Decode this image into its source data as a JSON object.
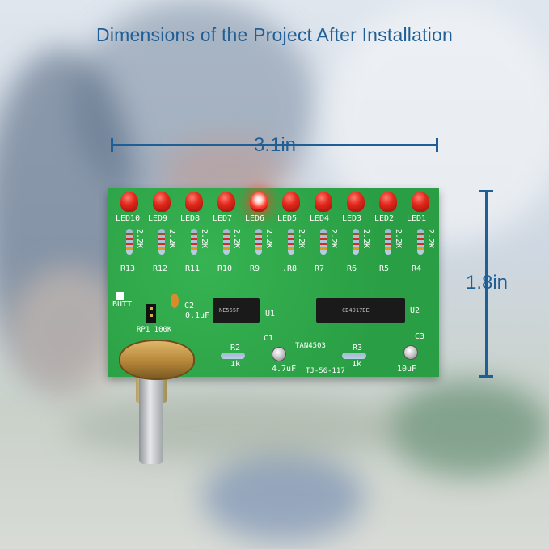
{
  "title": "Dimensions of the Project After Installation",
  "dimensions": {
    "width_label": "3.1in",
    "height_label": "1.8in"
  },
  "pcb": {
    "led_labels": [
      "LED10",
      "LED9",
      "LED8",
      "LED7",
      "LED6",
      "LED5",
      "LED4",
      "LED3",
      "LED2",
      "LED1"
    ],
    "resistor_values": [
      "2.2K",
      "2.2K",
      "2.2K",
      "2.2K",
      "2.2K",
      "2.2K",
      "2.2K",
      "2.2K",
      "2.2K",
      "2.2K"
    ],
    "resistor_labels": [
      "R13",
      "R12",
      "R11",
      "R10",
      "R9",
      ".R8",
      "R7",
      "R6",
      "R5",
      "R4"
    ],
    "butt_label": "BUTT",
    "rp1_label": "RP1 100K",
    "c2_label": "C2",
    "c2_value": "0.1uF",
    "u1_label": "U1",
    "u1_chip_text": "NE555P",
    "u2_label": "U2",
    "u2_chip_text": "CD4017BE",
    "c1_label": "C1",
    "c1_value": "4.7uF",
    "c3_label": "C3",
    "c3_value": "10uF",
    "r2_label": "R2",
    "r2_value": "1k",
    "r3_label": "R3",
    "r3_value": "1k",
    "board_id": "TAN4503",
    "board_code": "TJ-56-117",
    "lit_led_index": 4
  },
  "colors": {
    "accent": "#1f5f96",
    "pcb_green": "#2fa94a",
    "led_red": "#e1291c"
  }
}
